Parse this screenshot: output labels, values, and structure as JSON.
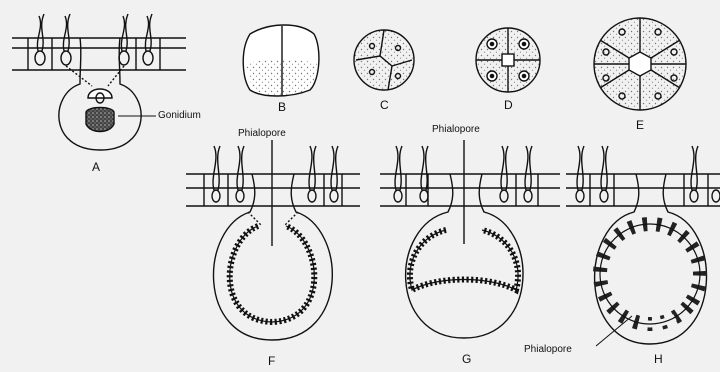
{
  "figure": {
    "panel_labels": {
      "a": "A",
      "b": "B",
      "c": "C",
      "d": "D",
      "e": "E",
      "f": "F",
      "g": "G",
      "h": "H"
    },
    "callouts": {
      "gonidium": "Gonidium",
      "phialopore_f": "Phialopore",
      "phialopore_g": "Phialopore",
      "phialopore_h": "Phialopore"
    }
  }
}
